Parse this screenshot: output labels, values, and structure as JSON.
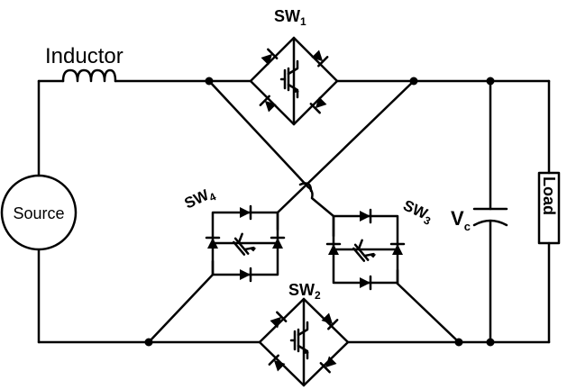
{
  "labels": {
    "inductor": "Inductor",
    "source": "Source",
    "load": "Load",
    "sw1_base": "SW",
    "sw1_sub": "1",
    "sw2_base": "SW",
    "sw2_sub": "2",
    "sw3_base": "SW",
    "sw3_sub": "3",
    "sw4_base": "SW",
    "sw4_sub": "4",
    "vc_base": "V",
    "vc_sub": "c"
  },
  "colors": {
    "wire": "#000000",
    "background": "#ffffff"
  },
  "components": {
    "switches": [
      "sw1",
      "sw2",
      "sw3",
      "sw4"
    ],
    "switch_cell": "diode-bridge with IGBT",
    "passive": [
      "inductor",
      "capacitor",
      "load",
      "source"
    ]
  }
}
